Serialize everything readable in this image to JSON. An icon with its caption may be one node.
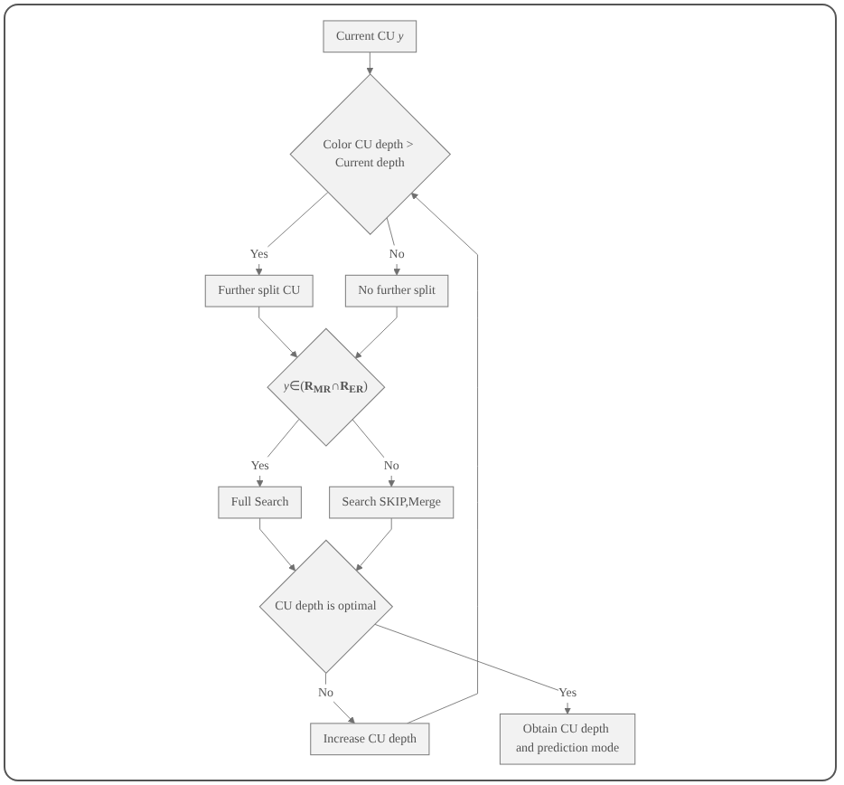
{
  "diagram": {
    "nodes": [
      {
        "text": [
          "Current CU *y*"
        ]
      },
      {
        "text": [
          "Color CU depth > Current depth"
        ]
      },
      {
        "text": [
          "Further split CU"
        ]
      },
      {
        "text": [
          "No further split"
        ]
      },
      {
        "text": [
          "Increase CU depth"
        ]
      },
      {
        "text": [
          "*y*∈(**R$_{MR}$**∩**R$_{ER}$**)"
        ]
      },
      {
        "text": [
          "Full Search"
        ]
      },
      {
        "text": [
          "Search SKIP,Merge"
        ]
      },
      {
        "text": [
          "CU depth is optimal"
        ]
      },
      {
        "text": [
          "Obtain CU depth and prediction mode"
        ]
      }
    ],
    "edges": [
      {
        "from": 0,
        "to": 1,
        "arrow": "to"
      },
      {
        "from": 1,
        "to": 2,
        "label": "Yes",
        "arrow": "to"
      },
      {
        "from": 1,
        "to": 3,
        "label": "No",
        "arrow": "to"
      },
      {
        "from": 2,
        "to": 5,
        "arrow": "to"
      },
      {
        "from": 3,
        "to": 5,
        "arrow": "to"
      },
      {
        "from": 5,
        "to": 6,
        "label": "Yes",
        "arrow": "to"
      },
      {
        "from": 5,
        "to": 7,
        "label": "No",
        "arrow": "to"
      },
      {
        "from": 6,
        "to": 8,
        "arrow": "to"
      },
      {
        "from": 7,
        "to": 8,
        "arrow": "to"
      },
      {
        "from": 8,
        "to": 4,
        "label": "No",
        "arrow": "to"
      },
      {
        "from": 4,
        "to": 1,
        "arrow": "to"
      },
      {
        "from": 8,
        "to": 9,
        "label": "Yes",
        "arrow": "to"
      }
    ]
  }
}
